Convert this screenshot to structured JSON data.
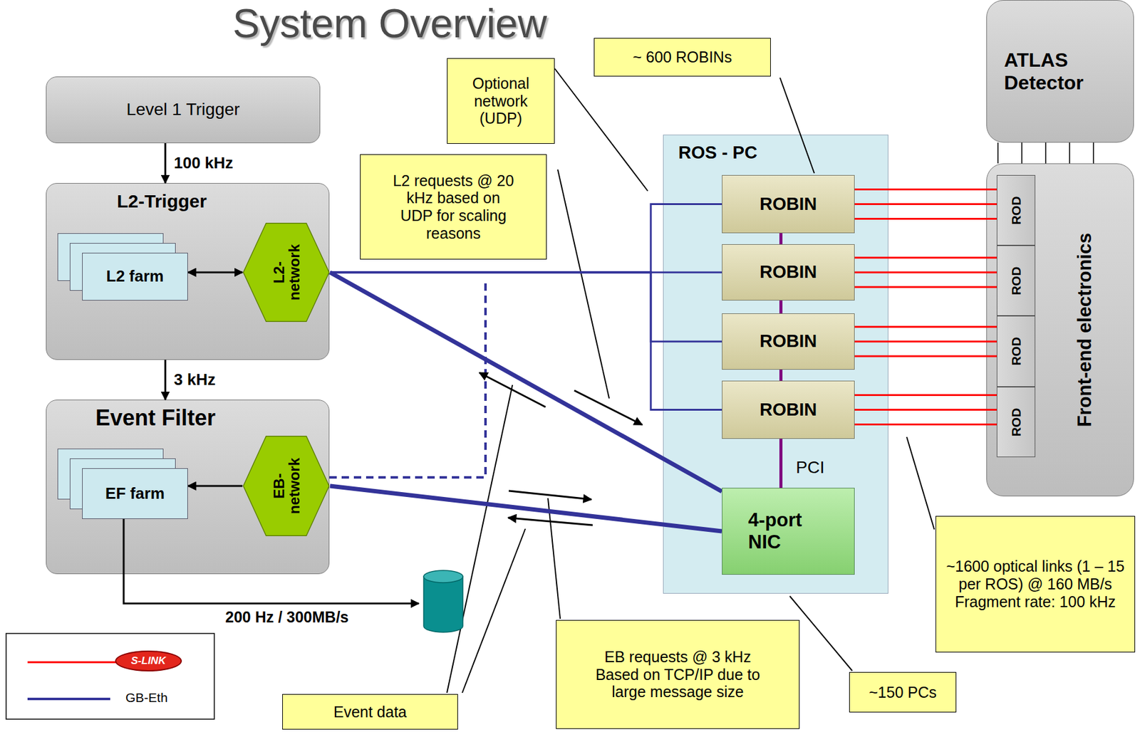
{
  "diagram": {
    "title": "System Overview",
    "nodes": [
      {
        "text": [
          "Level 1 Trigger"
        ]
      },
      {
        "text": [
          "L2-Trigger"
        ]
      },
      {
        "text": [
          "L2 farm"
        ],
        "in": 1
      },
      {
        "text": [
          "L2- network"
        ],
        "in": 1
      },
      {
        "text": [
          "Event Filter"
        ]
      },
      {
        "text": [
          "EF farm"
        ],
        "in": 4
      },
      {
        "text": [
          "EB- network"
        ],
        "in": 4
      },
      {
        "text": [
          "ATLAS Detector"
        ]
      },
      {
        "text": [
          "Front-end electronics"
        ]
      },
      {
        "text": [
          "ROD"
        ],
        "in": 8
      },
      {
        "text": [
          "ROD"
        ],
        "in": 8
      },
      {
        "text": [
          "ROD"
        ],
        "in": 8
      },
      {
        "text": [
          "ROD"
        ],
        "in": 8
      },
      {
        "text": [
          "ROS - PC"
        ]
      },
      {
        "text": [
          "ROBIN"
        ],
        "in": 13
      },
      {
        "text": [
          "ROBIN"
        ],
        "in": 13
      },
      {
        "text": [
          "ROBIN"
        ],
        "in": 13
      },
      {
        "text": [
          "ROBIN"
        ],
        "in": 13
      },
      {
        "text": [
          "4-port NIC"
        ],
        "in": 13
      },
      {
        "text": [
          "Optional network (UDP)"
        ]
      },
      {
        "text": [
          "~ 600 ROBINs"
        ]
      },
      {
        "text": [
          "L2 requests @ 20 kHz based on UDP for scaling reasons"
        ]
      },
      {
        "text": [
          "~1600 optical links (1 – 15 per ROS) @ 160 MB/s Fragment rate: 100 kHz"
        ]
      },
      {
        "text": [
          "Event data"
        ]
      },
      {
        "text": [
          "EB requests @ 3 kHz Based on TCP/IP due to large message size"
        ]
      },
      {
        "text": [
          "~150 PCs"
        ]
      }
    ],
    "edges": [
      {
        "from": 0,
        "to": 1,
        "label": "100 kHz",
        "arrow": "to"
      },
      {
        "from": 1,
        "to": 4,
        "label": "3 kHz",
        "arrow": "to"
      },
      {
        "from": 2,
        "to": 3,
        "arrow": "both"
      },
      {
        "from": 6,
        "to": 5,
        "arrow": "to"
      },
      {
        "from": 3,
        "to": 14,
        "arrow": "none"
      },
      {
        "from": 3,
        "to": 15,
        "arrow": "none"
      },
      {
        "from": 3,
        "to": 16,
        "arrow": "none"
      },
      {
        "from": 3,
        "to": 17,
        "arrow": "none"
      },
      {
        "from": 3,
        "to": 18,
        "arrow": "none"
      },
      {
        "from": 6,
        "to": 18,
        "arrow": "none"
      },
      {
        "from": 14,
        "to": 9,
        "arrow": "none"
      },
      {
        "from": 14,
        "to": 9,
        "arrow": "none"
      },
      {
        "from": 14,
        "to": 9,
        "arrow": "none"
      },
      {
        "from": 15,
        "to": 10,
        "arrow": "none"
      },
      {
        "from": 15,
        "to": 10,
        "arrow": "none"
      },
      {
        "from": 15,
        "to": 10,
        "arrow": "none"
      },
      {
        "from": 16,
        "to": 11,
        "arrow": "none"
      },
      {
        "from": 16,
        "to": 11,
        "arrow": "none"
      },
      {
        "from": 16,
        "to": 11,
        "arrow": "none"
      },
      {
        "from": 17,
        "to": 12,
        "arrow": "none"
      },
      {
        "from": 17,
        "to": 12,
        "arrow": "none"
      },
      {
        "from": 17,
        "to": 12,
        "arrow": "none"
      },
      {
        "from": 14,
        "to": 15,
        "arrow": "none"
      },
      {
        "from": 15,
        "to": 16,
        "arrow": "none"
      },
      {
        "from": 16,
        "to": 17,
        "arrow": "none"
      },
      {
        "from": 17,
        "to": 18,
        "arrow": "none"
      },
      {
        "from": 7,
        "to": 8,
        "arrow": "none"
      },
      {
        "from": 7,
        "to": 8,
        "arrow": "none"
      },
      {
        "from": 7,
        "to": 8,
        "arrow": "none"
      },
      {
        "from": 7,
        "to": 8,
        "arrow": "none"
      },
      {
        "from": 7,
        "to": 8,
        "arrow": "none"
      }
    ],
    "labels": [
      "200 Hz / 300MB/s",
      "PCI"
    ],
    "legend": [
      {
        "text": "S-LINK"
      },
      {
        "text": "GB-Eth"
      }
    ]
  }
}
